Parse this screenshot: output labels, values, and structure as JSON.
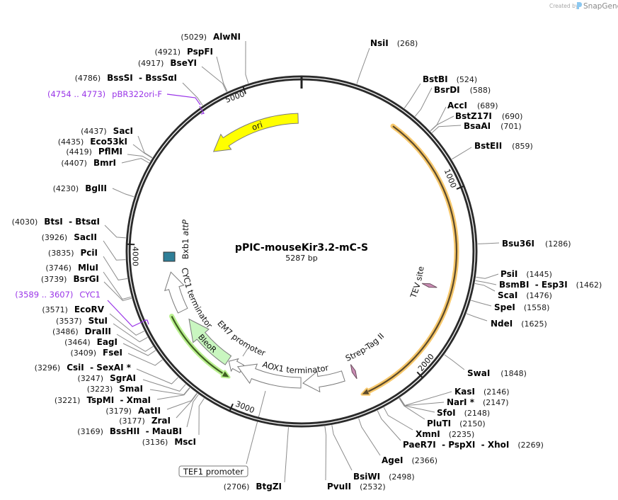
{
  "branding": {
    "created_by": "Created by",
    "product": "SnapGene"
  },
  "map": {
    "title": "pPIC-mouseKir3.2-mC-S",
    "length": "5287 bp",
    "ticks": [
      "1000",
      "2000",
      "3000",
      "4000",
      "5000"
    ]
  },
  "enzymes": [
    {
      "name": "AlwNI",
      "pos": "(5029)"
    },
    {
      "name": "PspFI",
      "pos": "(4921)"
    },
    {
      "name": "BseYI",
      "pos": "(4917)"
    },
    {
      "name": "BssSI  - BssSαI",
      "pos": "(4786)"
    },
    {
      "name": "SacI",
      "pos": "(4437)"
    },
    {
      "name": "Eco53kI",
      "pos": "(4435)"
    },
    {
      "name": "PflMI",
      "pos": "(4419)"
    },
    {
      "name": "BmrI",
      "pos": "(4407)"
    },
    {
      "name": "BglII",
      "pos": "(4230)"
    },
    {
      "name": "BtsI  - BtsαI",
      "pos": "(4030)"
    },
    {
      "name": "SacII",
      "pos": "(3926)"
    },
    {
      "name": "PciI",
      "pos": "(3835)"
    },
    {
      "name": "MluI",
      "pos": "(3746)"
    },
    {
      "name": "BsrGI",
      "pos": "(3739)"
    },
    {
      "name": "EcoRV",
      "pos": "(3571)"
    },
    {
      "name": "StuI",
      "pos": "(3537)"
    },
    {
      "name": "DraIII",
      "pos": "(3486)"
    },
    {
      "name": "EagI",
      "pos": "(3464)"
    },
    {
      "name": "FseI",
      "pos": "(3409)"
    },
    {
      "name": "CsiI  - SexAI *",
      "pos": "(3296)"
    },
    {
      "name": "SgrAI",
      "pos": "(3247)"
    },
    {
      "name": "SmaI",
      "pos": "(3223)"
    },
    {
      "name": "TspMI  - XmaI",
      "pos": "(3221)"
    },
    {
      "name": "AatII",
      "pos": "(3179)"
    },
    {
      "name": "ZraI",
      "pos": "(3177)"
    },
    {
      "name": "BssHII  - MauBI",
      "pos": "(3169)"
    },
    {
      "name": "MscI",
      "pos": "(3136)"
    },
    {
      "name": "BtgZI",
      "pos": "(2706)"
    },
    {
      "name": "PvuII",
      "pos": "(2532)"
    },
    {
      "name": "BsiWI",
      "pos": "(2498)"
    },
    {
      "name": "AgeI",
      "pos": "(2366)"
    },
    {
      "name": "PaeR7I  - PspXI  - XhoI",
      "pos": "(2269)"
    },
    {
      "name": "XmnI",
      "pos": "(2235)"
    },
    {
      "name": "PluTI",
      "pos": "(2150)"
    },
    {
      "name": "SfoI",
      "pos": "(2148)"
    },
    {
      "name": "NarI *",
      "pos": "(2147)"
    },
    {
      "name": "KasI",
      "pos": "(2146)"
    },
    {
      "name": "SwaI",
      "pos": "(1848)"
    },
    {
      "name": "NdeI",
      "pos": "(1625)"
    },
    {
      "name": "SpeI",
      "pos": "(1558)"
    },
    {
      "name": "ScaI",
      "pos": "(1476)"
    },
    {
      "name": "BsmBI  - Esp3I",
      "pos": "(1462)"
    },
    {
      "name": "PsiI",
      "pos": "(1445)"
    },
    {
      "name": "Bsu36I",
      "pos": "(1286)"
    },
    {
      "name": "BstEII",
      "pos": "(859)"
    },
    {
      "name": "BsaAI",
      "pos": "(701)"
    },
    {
      "name": "BstZ17I",
      "pos": "(690)"
    },
    {
      "name": "AccI",
      "pos": "(689)"
    },
    {
      "name": "BsrDI",
      "pos": "(588)"
    },
    {
      "name": "BstBI",
      "pos": "(524)"
    },
    {
      "name": "NsiI",
      "pos": "(268)"
    }
  ],
  "primers": [
    {
      "name": "pBR322ori-F",
      "range": "(4754 .. 4773)"
    },
    {
      "name": "CYC1",
      "range": "(3589 .. 3607)"
    }
  ],
  "features": {
    "ori": "ori",
    "bxb1_attp_prefix": "Bxb1 ",
    "bxb1_attp_italic": "attP",
    "cyc1_terminator": "CYC1 terminator",
    "bleor": "BleoR",
    "em7_promoter": "EM7 promoter",
    "aox1_terminator": "AOX1 terminator",
    "tef1_promoter": "TEF1 promoter",
    "strep_tag": "Strep-Tag II",
    "tev_site": "TEV site"
  },
  "colors": {
    "ring": "#2b2b2b",
    "ori": "#ffff00",
    "bleor": "#c9f6c0",
    "bxb1_attp": "#2f7f98",
    "tag": "#c98bb3",
    "primer": "#9a35e8",
    "orange_feature_glow": "#f7c86c",
    "orange_feature_line": "#5c4a2a",
    "green_feature_glow": "#b9f08f",
    "green_feature_line": "#3f5f22",
    "brand_logo": "#8cc8f0"
  }
}
